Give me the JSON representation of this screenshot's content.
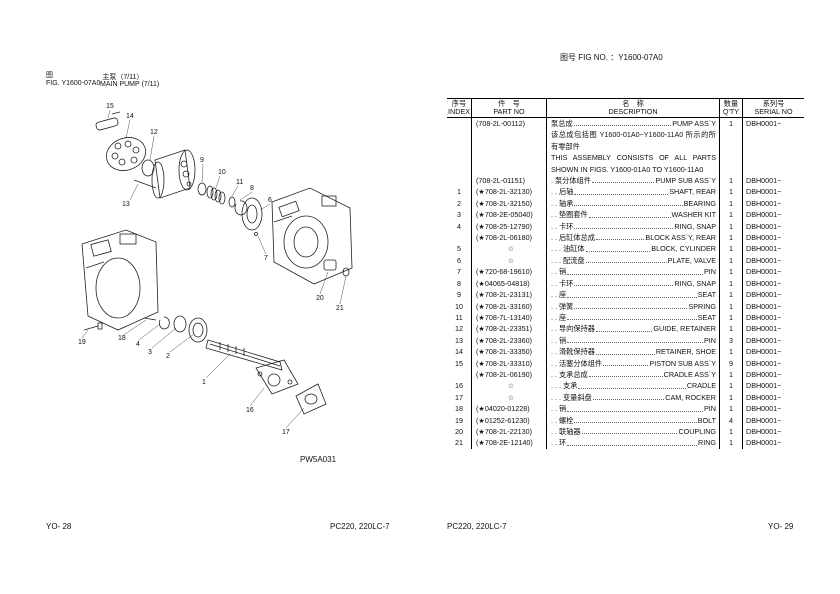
{
  "left_page": {
    "fig_label_zh": "图",
    "fig_label_en": "FIG.",
    "fig_number": "Y1600-07A0",
    "title_zh": "主泵（7/11）",
    "title_en": "MAIN PUMP (7/11)",
    "drawing_code": "PW5A031",
    "callouts": [
      "15",
      "14",
      "12",
      "13",
      "9",
      "10",
      "11",
      "8",
      "6",
      "7",
      "20",
      "21",
      "19",
      "18",
      "4",
      "3",
      "2",
      "1",
      "16",
      "17"
    ],
    "footer_left": "YO- 28",
    "footer_right": "PC220, 220LC-7"
  },
  "right_page": {
    "fig_header": "图号 FIG NO. ：Y1600-07A0",
    "headers": {
      "index_zh": "序号",
      "index_en": "INDEX",
      "partno_zh": "件　号",
      "partno_en": "PART NO",
      "desc_zh": "名　称",
      "desc_en": "DESCRIPTION",
      "qty_zh": "数量",
      "qty_en": "Q'TY",
      "serial_zh": "系列号",
      "serial_en": "SERIAL NO"
    },
    "rows": [
      {
        "index": "",
        "partno": "(708-2L-00112)",
        "zh": "泵总成",
        "en": "PUMP ASS`Y",
        "qty": "1",
        "serial": "DBH0001~"
      },
      {
        "note": "该总成包括图 Y1600-01A0~Y1600-11A0 所示的所有零部件"
      },
      {
        "note": "THIS ASSEMBLY CONSISTS OF ALL PARTS SHOWN IN FIGS. Y1600-01A0 TO Y1600-11A0"
      },
      {
        "index": "",
        "partno": "(708-2L-01151)",
        "zh": ". 泵分体组件",
        "en": "PUMP SUB ASS`Y",
        "qty": "1",
        "serial": "DBH0001~"
      },
      {
        "index": "1",
        "partno": "(★708-2L-32130)",
        "zh": ". . 后轴",
        "en": "SHAFT, REAR",
        "qty": "1",
        "serial": "DBH0001~"
      },
      {
        "index": "2",
        "partno": "(★708-2L-32150)",
        "zh": ". . 轴承",
        "en": "BEARING",
        "qty": "1",
        "serial": "DBH0001~"
      },
      {
        "index": "3",
        "partno": "(★708-2E-05040)",
        "zh": ". . 垫圈套件",
        "en": "WASHER KIT",
        "qty": "1",
        "serial": "DBH0001~"
      },
      {
        "index": "4",
        "partno": "(★708-25-12790)",
        "zh": ". . 卡环",
        "en": "RING, SNAP",
        "qty": "1",
        "serial": "DBH0001~"
      },
      {
        "index": "",
        "partno": "(★708-2L-06180)",
        "zh": ". . 后缸体总成",
        "en": "BLOCK ASS`Y, REAR",
        "qty": "1",
        "serial": "DBH0001~"
      },
      {
        "index": "5",
        "partno": "☆",
        "zh": ". . . 油缸体",
        "en": "BLOCK, CYLINDER",
        "qty": "1",
        "serial": "DBH0001~"
      },
      {
        "index": "6",
        "partno": "☆",
        "zh": ". . . 配流盘",
        "en": "PLATE, VALVE",
        "qty": "1",
        "serial": "DBH0001~"
      },
      {
        "index": "7",
        "partno": "(★720-68-19610)",
        "zh": ". . 销",
        "en": "PIN",
        "qty": "1",
        "serial": "DBH0001~"
      },
      {
        "index": "8",
        "partno": "(★04065-04818)",
        "zh": ". . 卡环",
        "en": "RING, SNAP",
        "qty": "1",
        "serial": "DBH0001~"
      },
      {
        "index": "9",
        "partno": "(★708-2L-23131)",
        "zh": ". . 座",
        "en": "SEAT",
        "qty": "1",
        "serial": "DBH0001~"
      },
      {
        "index": "10",
        "partno": "(★708-2L-33160)",
        "zh": ". . 弹簧",
        "en": "SPRING",
        "qty": "1",
        "serial": "DBH0001~"
      },
      {
        "index": "11",
        "partno": "(★708-7L-13140)",
        "zh": ". . 座",
        "en": "SEAT",
        "qty": "1",
        "serial": "DBH0001~"
      },
      {
        "index": "12",
        "partno": "(★708-2L-23351)",
        "zh": ". . 导向保持器",
        "en": "GUIDE, RETAINER",
        "qty": "1",
        "serial": "DBH0001~"
      },
      {
        "index": "13",
        "partno": "(★708-2L-23360)",
        "zh": ". . 销",
        "en": "PIN",
        "qty": "3",
        "serial": "DBH0001~"
      },
      {
        "index": "14",
        "partno": "(★708-2L-33350)",
        "zh": ". . 滑靴保持器",
        "en": "RETAINER, SHOE",
        "qty": "1",
        "serial": "DBH0001~"
      },
      {
        "index": "15",
        "partno": "(★708-2L-33310)",
        "zh": ". . 活塞分体组件",
        "en": "PISTON SUB ASS`Y",
        "qty": "9",
        "serial": "DBH0001~"
      },
      {
        "index": "",
        "partno": "(★708-2L-06190)",
        "zh": ". . 支承总成",
        "en": "CRADLE ASS`Y",
        "qty": "1",
        "serial": "DBH0001~"
      },
      {
        "index": "16",
        "partno": "☆",
        "zh": ". . . 支承",
        "en": "CRADLE",
        "qty": "1",
        "serial": "DBH0001~"
      },
      {
        "index": "17",
        "partno": "☆",
        "zh": ". . . 变量斜盘",
        "en": "CAM, ROCKER",
        "qty": "1",
        "serial": "DBH0001~"
      },
      {
        "index": "18",
        "partno": "(★04020-01228)",
        "zh": ". . 销",
        "en": "PIN",
        "qty": "1",
        "serial": "DBH0001~"
      },
      {
        "index": "19",
        "partno": "(★01252-61230)",
        "zh": ". . 螺栓",
        "en": "BOLT",
        "qty": "4",
        "serial": "DBH0001~"
      },
      {
        "index": "20",
        "partno": "(★708-2L-22130)",
        "zh": ". . 联轴器",
        "en": "COUPLING",
        "qty": "1",
        "serial": "DBH0001~"
      },
      {
        "index": "21",
        "partno": "(★708-2E-12140)",
        "zh": ". . 环",
        "en": "RING",
        "qty": "1",
        "serial": "DBH0001~"
      }
    ],
    "footer_left": "PC220, 220LC-7",
    "footer_right": "YO- 29"
  }
}
